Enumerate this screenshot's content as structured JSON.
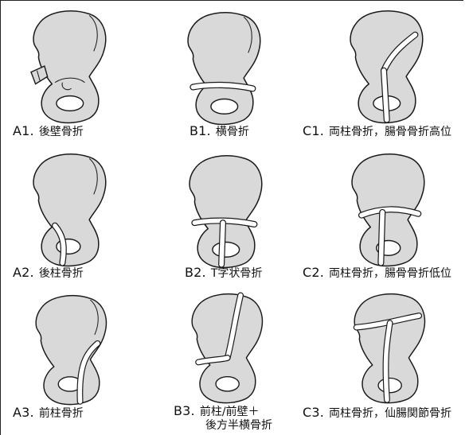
{
  "figures": [
    {
      "code": "A1.",
      "label": "後壁骨折",
      "label2": ""
    },
    {
      "code": "B1.",
      "label": "横骨折",
      "label2": ""
    },
    {
      "code": "C1.",
      "label": "両柱骨折，腸骨骨折高位",
      "label2": ""
    },
    {
      "code": "A2.",
      "label": "後柱骨折",
      "label2": ""
    },
    {
      "code": "B2.",
      "label": "T字状骨折",
      "label2": ""
    },
    {
      "code": "C2.",
      "label": "両柱骨折，腸骨骨折低位",
      "label2": ""
    },
    {
      "code": "A3.",
      "label": "前柱骨折",
      "label2": ""
    },
    {
      "code": "B3.",
      "label": "前柱/前壁＋",
      "label2": "後方半横骨折"
    },
    {
      "code": "C3.",
      "label": "両柱骨折，仙腸関節骨折",
      "label2": ""
    }
  ]
}
